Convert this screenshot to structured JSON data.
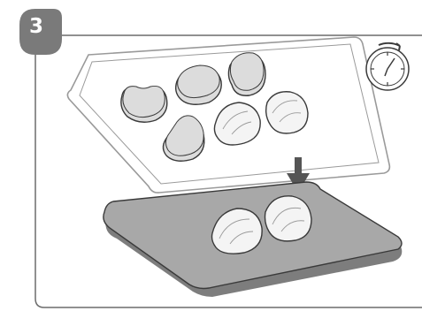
{
  "step": {
    "number": "3"
  },
  "colors": {
    "badge": "#7a7a7a",
    "frame_stroke": "#6b6b6b",
    "tray_fill": "#ffffff",
    "tray_outline": "#9a9a9a",
    "board_fill": "#a8a8a8",
    "board_edge": "#7d7d7d",
    "piece_frozen": "#dcdcdc",
    "piece_thawed": "#f4f4f4",
    "arrow": "#555555",
    "outline": "#3a3a3a"
  },
  "icons": {
    "timer": "stopwatch-icon",
    "arrow": "arrow-down-icon"
  },
  "scene": {
    "tray_pieces": [
      "frozen",
      "frozen",
      "frozen",
      "frozen",
      "thawed",
      "thawed"
    ],
    "board_pieces": [
      "thawed",
      "thawed"
    ]
  }
}
